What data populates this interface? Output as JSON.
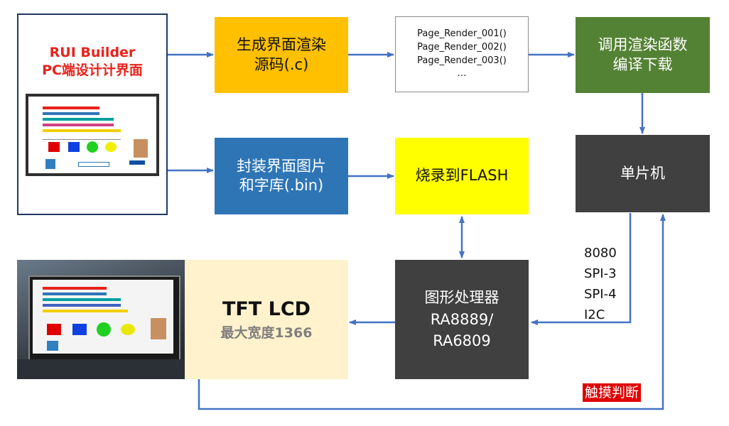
{
  "pc_box": {
    "title": "RUI Builder\nPC端设计计界面"
  },
  "nodes": {
    "gen_source": "生成界面渲染\n源码(.c)",
    "page_render": "Page_Render_001()\nPage_Render_002()\nPage_Render_003()\n…",
    "call_render": "调用渲染函数\n编译下载",
    "pack_images": "封装界面图片\n和字库(.bin)",
    "burn_flash": "烧录到FLASH",
    "mcu": "单片机",
    "gpu": "图形处理器\nRA8889/\nRA6809",
    "lcd_title": "TFT LCD",
    "lcd_subtitle": "最大宽度1366"
  },
  "interfaces": "8080\nSPI-3\nSPI-4\nI2C",
  "touch_label": "触摸判断",
  "colors": {
    "orange": "#ffc000",
    "green": "#548235",
    "blue": "#2e75b6",
    "yellow": "#ffff00",
    "dark": "#404040",
    "cream": "#fff2cc",
    "arrow": "#4472c4",
    "touch": "#e00000"
  }
}
